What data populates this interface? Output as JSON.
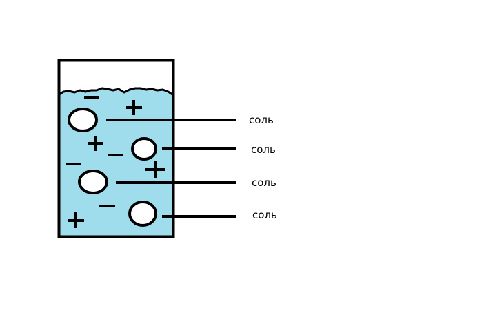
{
  "diagram": {
    "labels": [
      "соль",
      "соль",
      "соль",
      "соль"
    ],
    "colors": {
      "liquid": "#9fdcec",
      "stroke": "#000000",
      "background": "#ffffff",
      "particle_fill": "#ffffff"
    }
  }
}
